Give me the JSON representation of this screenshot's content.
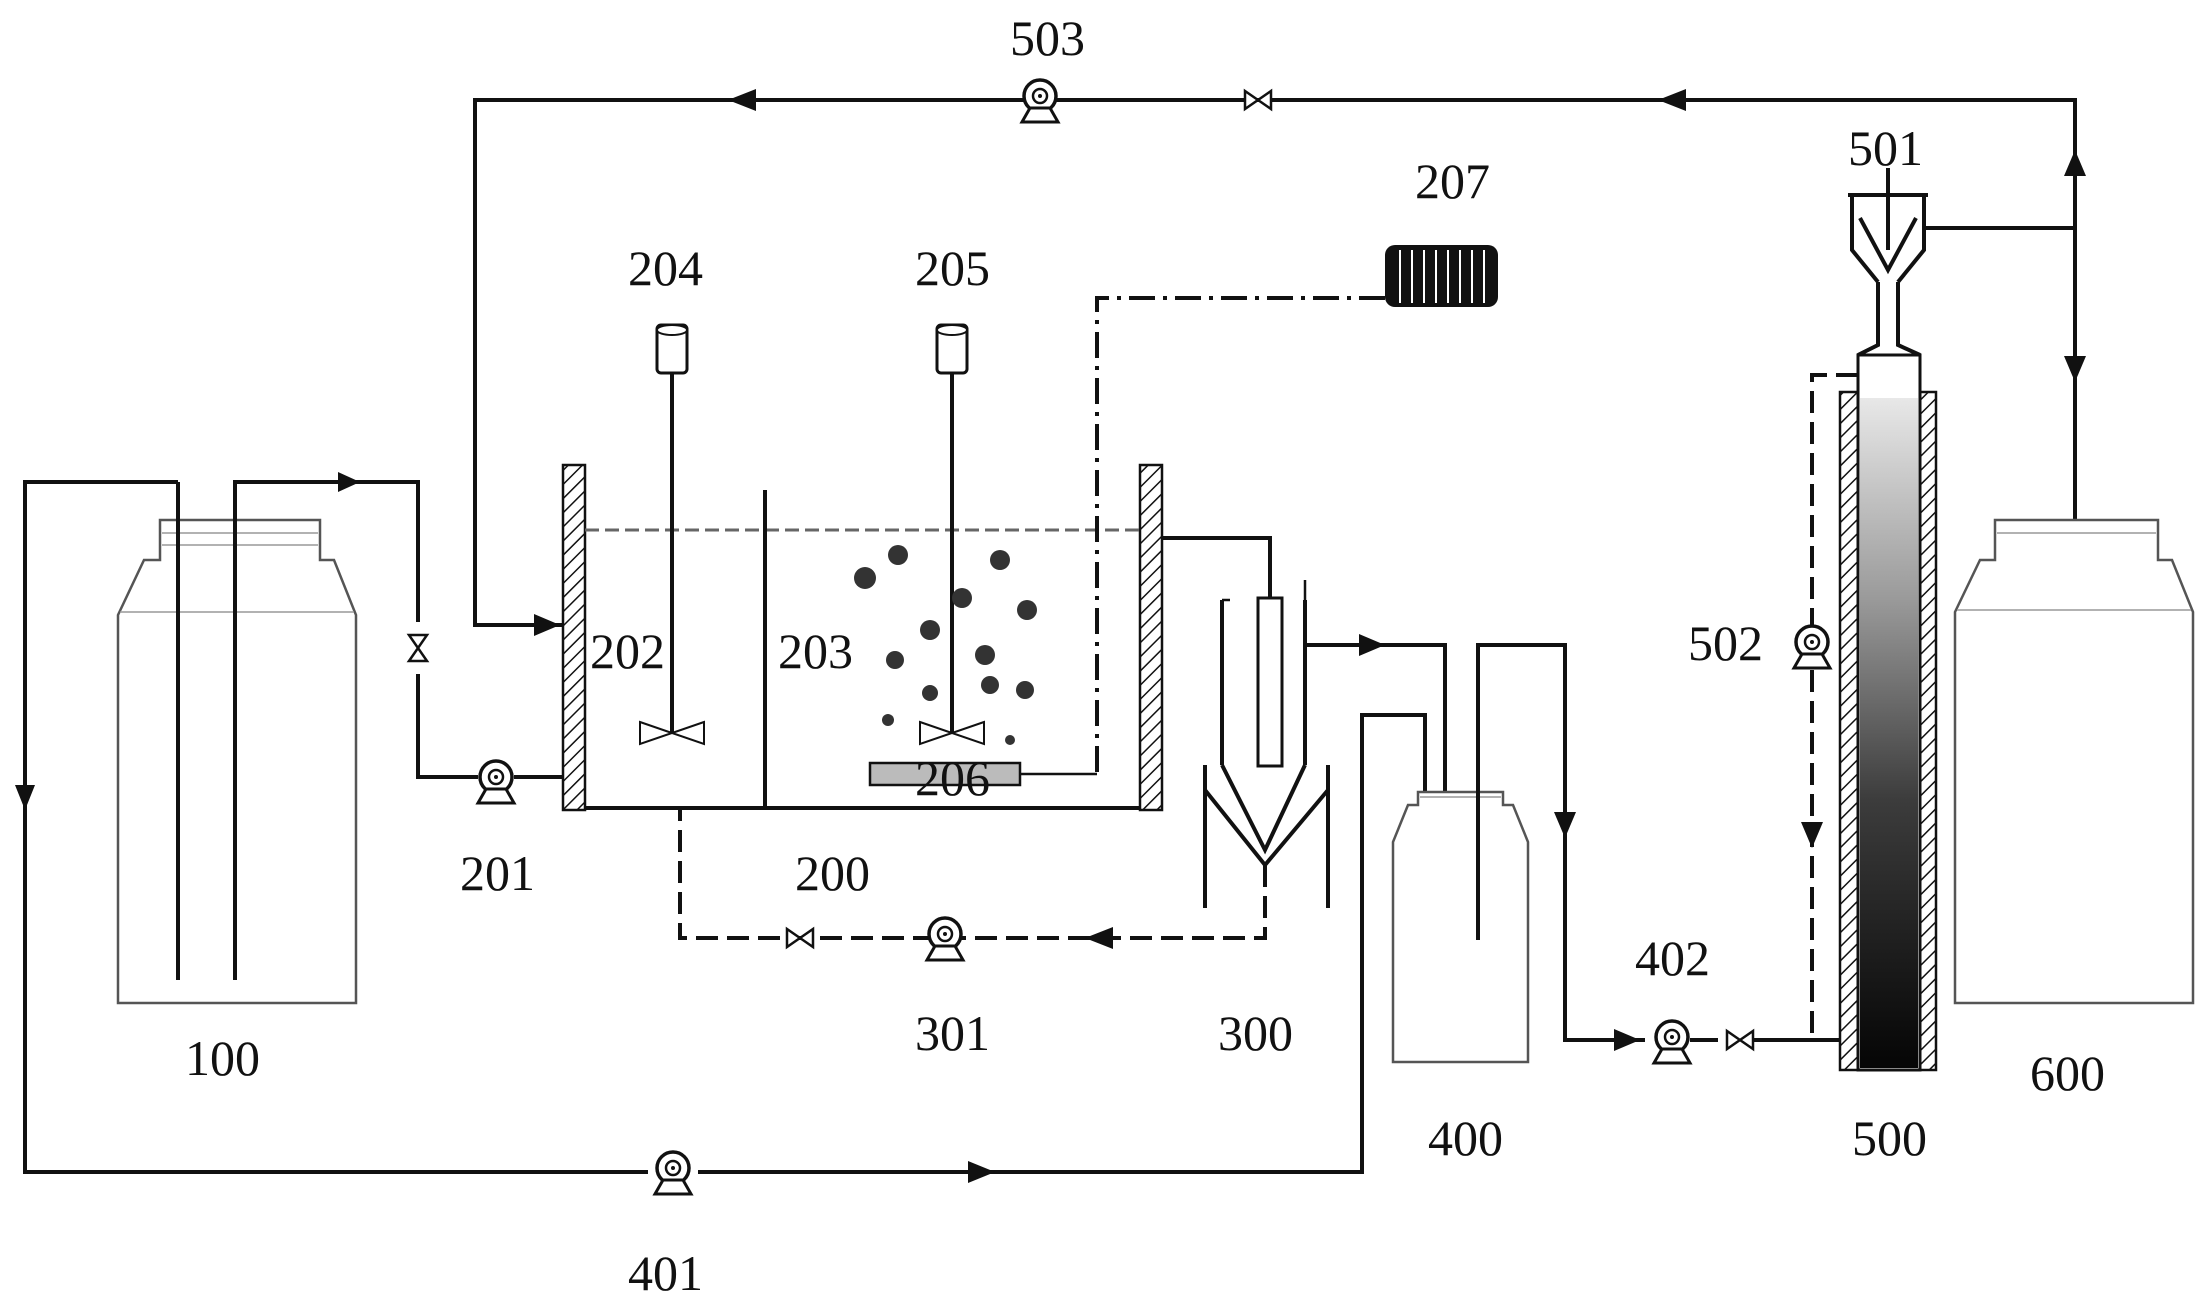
{
  "diagram": {
    "labels": {
      "tank_100": "100",
      "reactor_200": "200",
      "pump_201": "201",
      "zone_202": "202",
      "zone_203": "203",
      "stirrer_204": "204",
      "stirrer_205": "205",
      "aerator_206": "206",
      "air_pump_207": "207",
      "settler_300": "300",
      "pump_301": "301",
      "tank_400": "400",
      "pump_401": "401",
      "pump_402": "402",
      "column_500": "500",
      "separator_501": "501",
      "pump_502": "502",
      "pump_503": "503",
      "tank_600": "600"
    },
    "icons": {
      "pump": "pump-icon",
      "valve": "valve-icon",
      "stirrer": "stirrer-motor-icon",
      "blower": "air-pump-icon"
    },
    "colors": {
      "line": "#111111",
      "background": "#ffffff",
      "bottle_outline": "#555555"
    }
  }
}
